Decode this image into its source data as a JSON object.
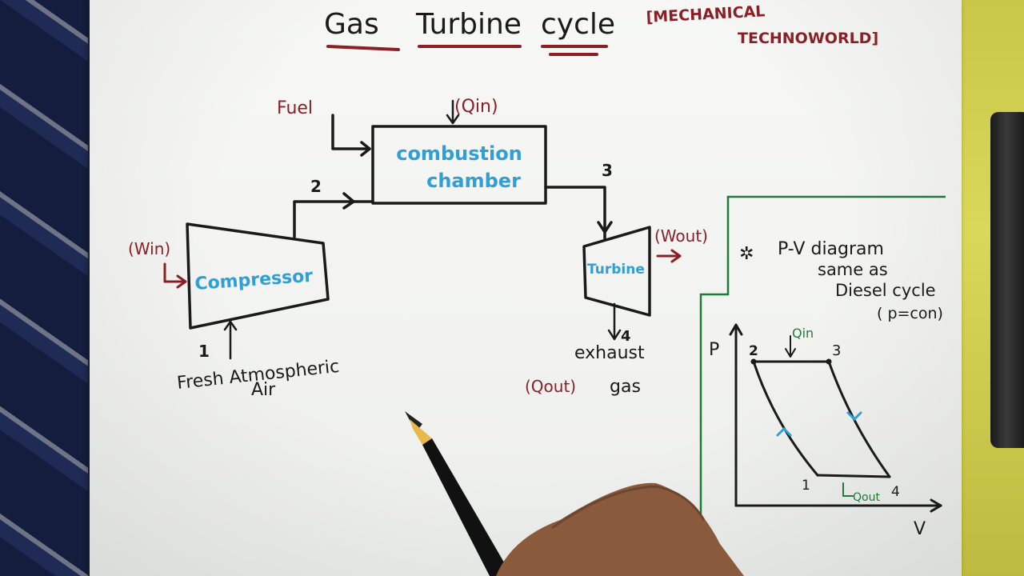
{
  "title": {
    "word1": "Gas",
    "word2": "Turbine",
    "word3": "cycle",
    "channel_line1": "[MECHANICAL",
    "channel_line2": "TECHNOWORLD]"
  },
  "flow": {
    "fuel": "Fuel",
    "q_in": "(Qin)",
    "combustion_line1": "combustion",
    "combustion_line2": "chamber",
    "compressor": "Compressor",
    "turbine": "Turbine",
    "w_in": "(Win)",
    "w_out": "(Wout)",
    "state1": "1",
    "state2": "2",
    "state3": "3",
    "state4": "4",
    "inlet_line1": "Fresh Atmospheric",
    "inlet_line2": "Air",
    "exhaust_line1": "exhaust",
    "exhaust_line2": "gas",
    "q_out": "(Qout)"
  },
  "note": {
    "star": "✲",
    "line1": "P-V diagram",
    "line2": "same as",
    "line3": "Diesel cycle",
    "line4": "( p=con)"
  },
  "pv": {
    "p_axis": "P",
    "v_axis": "V",
    "q_in": "Qin",
    "q_out": "Qout",
    "pt1": "1",
    "pt2": "2",
    "pt3": "3",
    "pt4": "4"
  },
  "colors": {
    "ink_black": "#1a1a1a",
    "ink_maroon": "#8a1f26",
    "ink_blue": "#2f9fd6",
    "ink_green": "#1f7a3a"
  }
}
